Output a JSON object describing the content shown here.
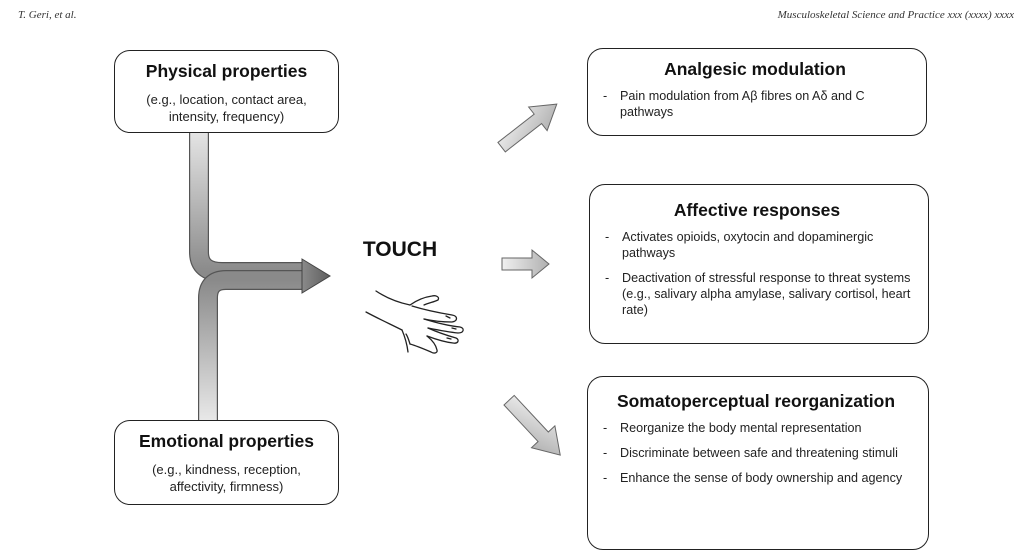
{
  "header": {
    "authors": "T. Geri, et al.",
    "journal": "Musculoskeletal Science and Practice xxx (xxxx) xxxx"
  },
  "inputs": {
    "physical": {
      "title": "Physical properties",
      "examples_line1": "(e.g., location, contact area,",
      "examples_line2": "intensity, frequency)"
    },
    "emotional": {
      "title": "Emotional properties",
      "examples_line1": "(e.g., kindness, reception,",
      "examples_line2": "affectivity, firmness)"
    }
  },
  "center": {
    "label": "TOUCH"
  },
  "outputs": {
    "analgesic": {
      "title": "Analgesic modulation",
      "items": [
        "Pain modulation from Aβ fibres on Aδ and C pathways"
      ]
    },
    "affective": {
      "title": "Affective responses",
      "items": [
        "Activates opioids, oxytocin and dopaminergic pathways",
        "Deactivation of stressful response to threat systems (e.g., salivary alpha amylase, salivary cortisol, heart rate)"
      ]
    },
    "somato": {
      "title": "Somatoperceptual reorganization",
      "items": [
        "Reorganize the body mental representation",
        "Discriminate between safe and threatening stimuli",
        "Enhance the sense of body ownership and agency"
      ]
    }
  },
  "icons": {
    "merge_arrow": "merge-arrow-icon",
    "hand": "hand-icon",
    "arrow_up_right": "arrow-up-right-icon",
    "arrow_right": "arrow-right-icon",
    "arrow_down_right": "arrow-down-right-icon"
  },
  "colors": {
    "arrow_dark": "#6e6e6e",
    "arrow_light": "#e6e6e6",
    "border": "#222222"
  }
}
